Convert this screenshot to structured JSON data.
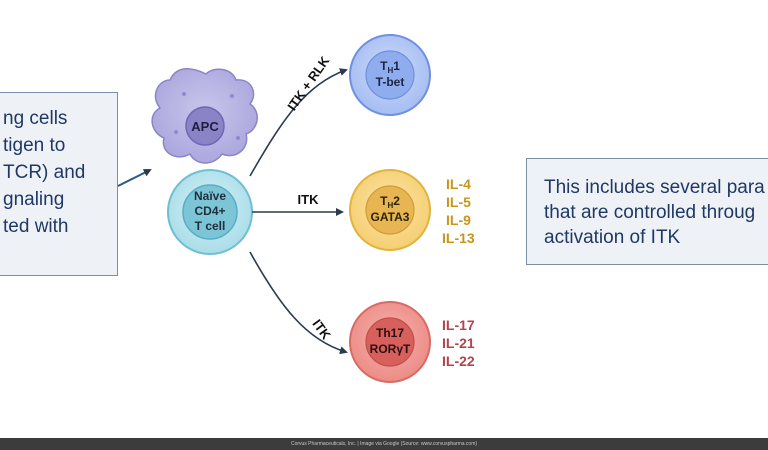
{
  "left_box": {
    "lines": [
      "ng cells",
      "tigen to",
      "TCR) and",
      "gnaling",
      "ted with"
    ]
  },
  "right_box": {
    "lines": [
      "This includes several para",
      "that are controlled throug",
      "activation of ITK"
    ]
  },
  "apc": {
    "label": "APC"
  },
  "naive_cell": {
    "lines": [
      "Naïve",
      "CD4+",
      "T cell"
    ]
  },
  "th1": {
    "line1_main": "T",
    "line1_sub": "H",
    "line1_suffix": "1",
    "line2": "T-bet"
  },
  "th2": {
    "line1_main": "T",
    "line1_sub": "H",
    "line1_suffix": "2",
    "line2": "GATA3",
    "cytokines": [
      "IL-4",
      "IL-5",
      "IL-9",
      "IL-13"
    ]
  },
  "th17": {
    "line1": "Th17",
    "line2": "RORγT",
    "cytokines": [
      "IL-17",
      "IL-21",
      "IL-22"
    ]
  },
  "arrows": {
    "top": "ITK + RLK",
    "middle": "ITK",
    "bottom": "ITK"
  },
  "footer": {
    "text": "Corvus Pharmaceuticals, Inc. | Image via Google (Source: www.corvuspharma.com)"
  },
  "colors": {
    "text_dark": "#1f3864",
    "th2_cytokine": "#c8951e",
    "th17_cytokine": "#b2444a"
  }
}
